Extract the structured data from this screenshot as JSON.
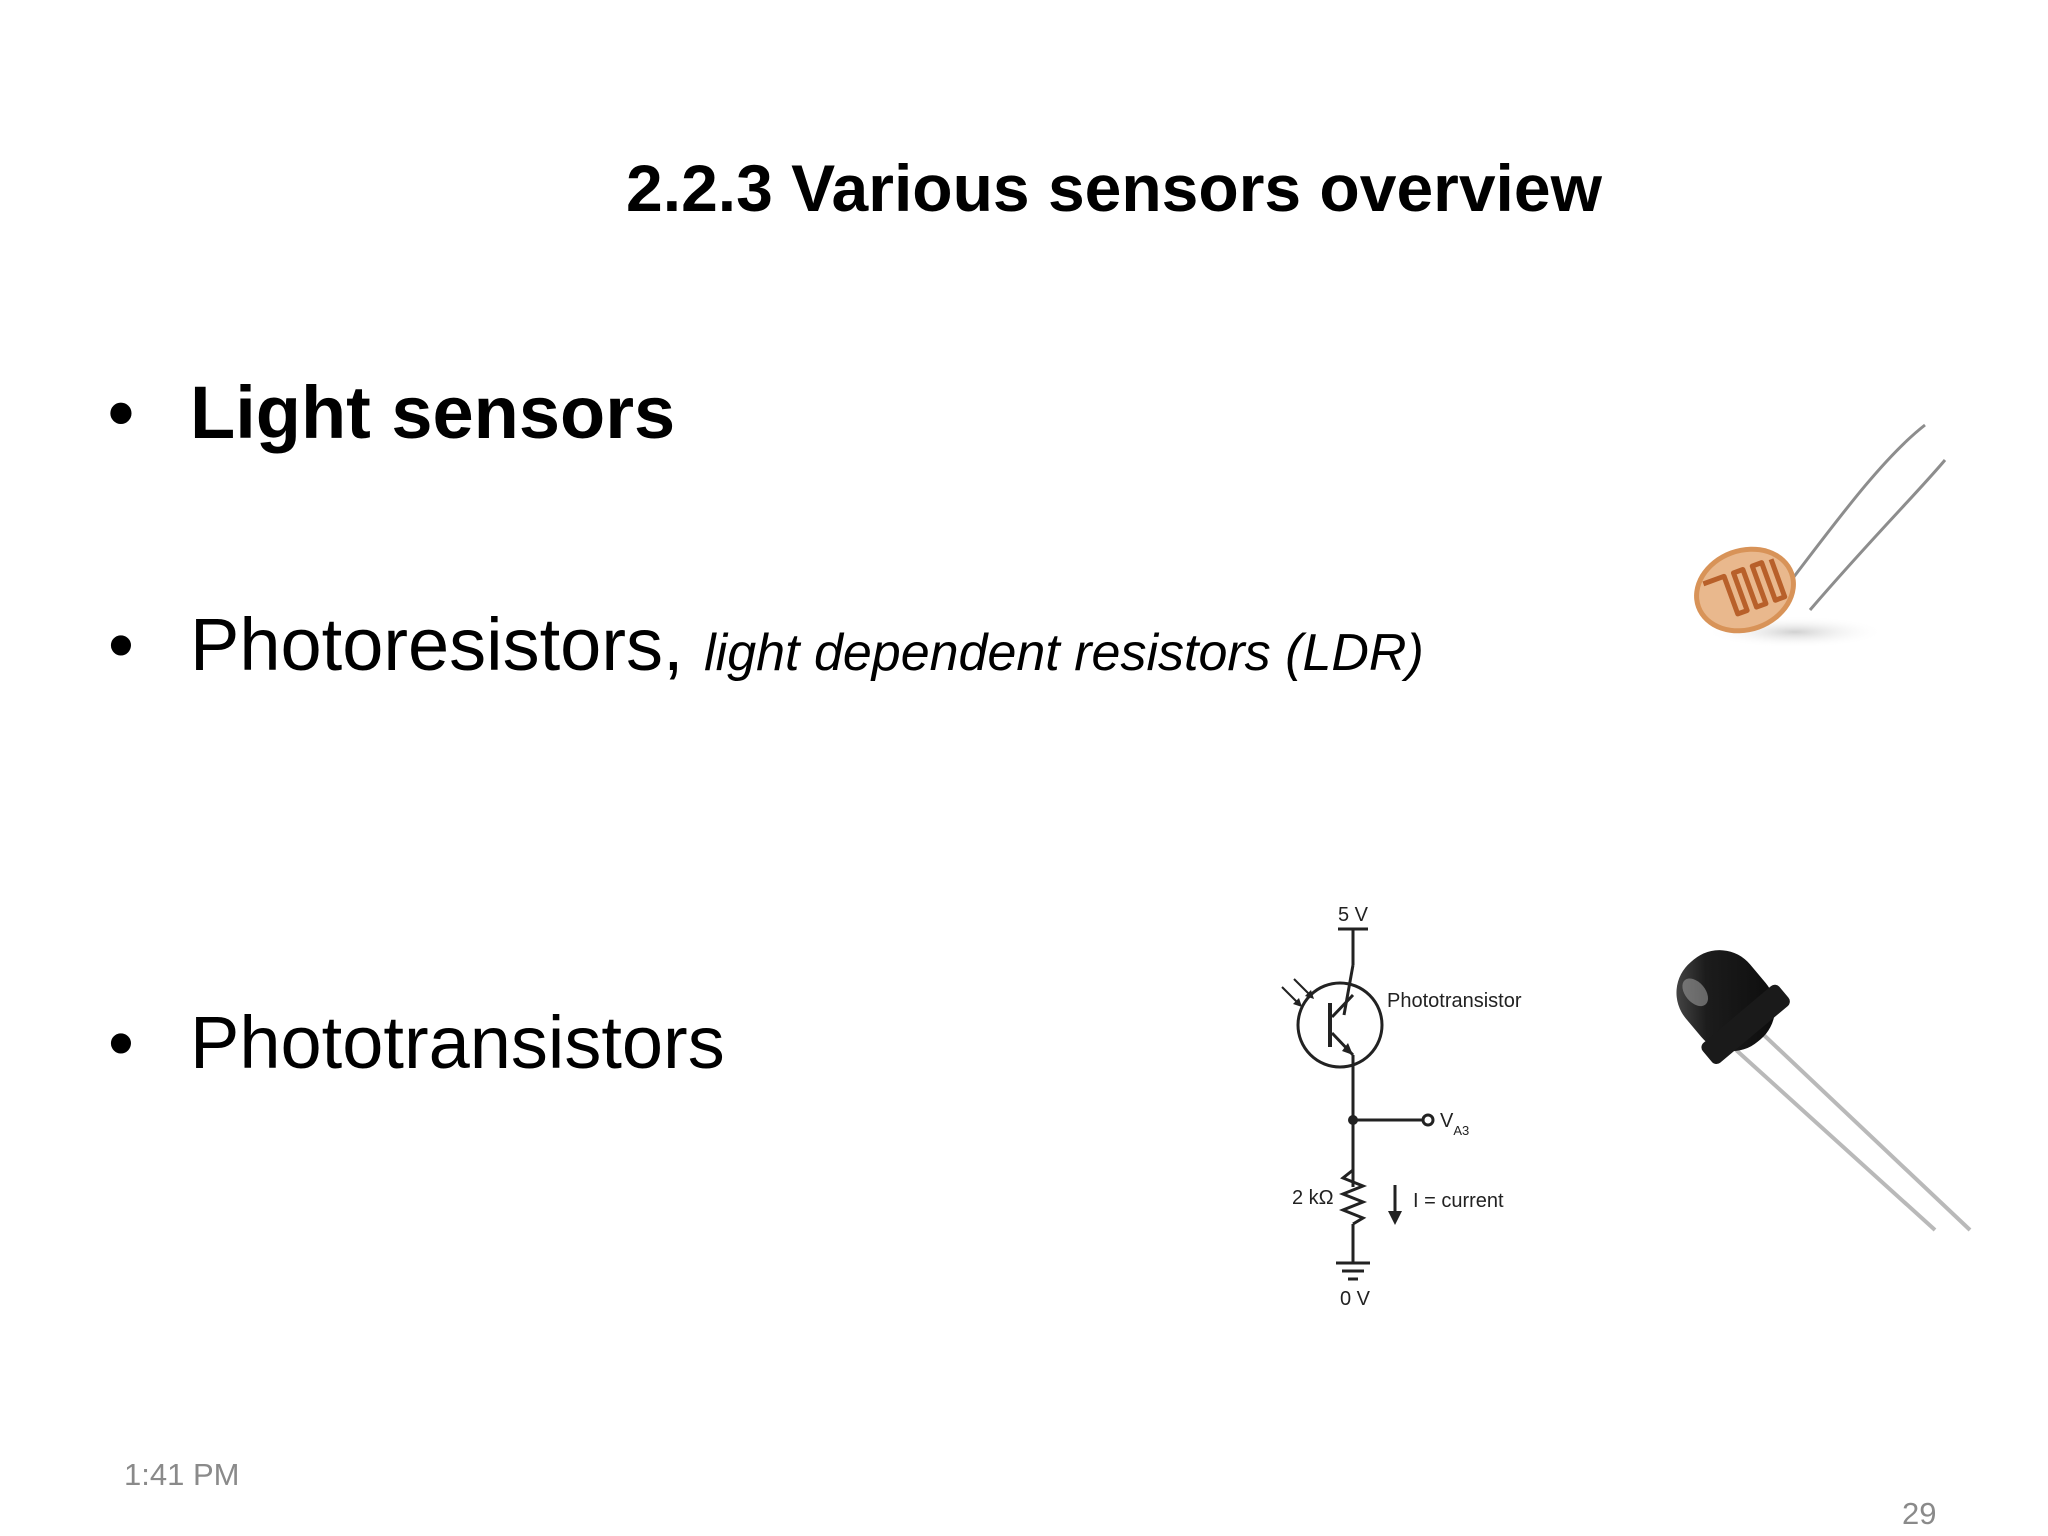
{
  "slide": {
    "title": "2.2.3 Various sensors overview",
    "bullets": [
      {
        "marker": "•",
        "text": "Light sensors"
      },
      {
        "marker": "•",
        "text": "Photoresistors, ",
        "subtext": "light dependent resistors (LDR)"
      },
      {
        "marker": "•",
        "text": "Phototransistors"
      }
    ],
    "footer": {
      "time": "1:41 PM",
      "page_number": "29"
    }
  },
  "circuit": {
    "supply_label": "5 V",
    "transistor_label": "Phototransistor",
    "output_label_main": "V",
    "output_label_sub": "A3",
    "resistor_label": "2 kΩ",
    "current_label": "I = current",
    "ground_label": "0 V"
  },
  "images": {
    "photoresistor": "photoresistor-image",
    "phototransistor": "phototransistor-image"
  }
}
